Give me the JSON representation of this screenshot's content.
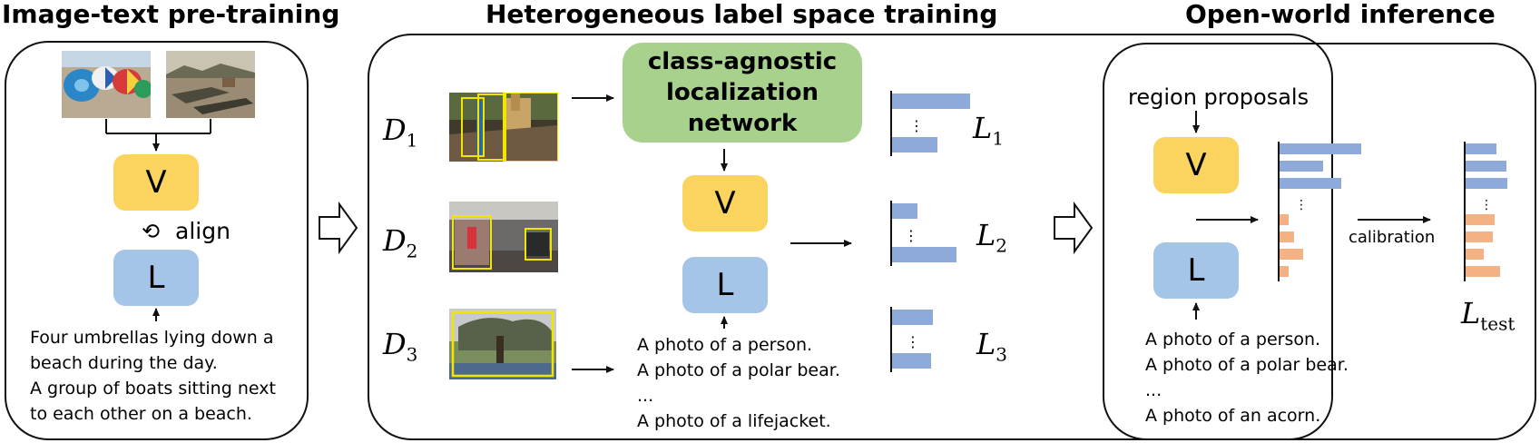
{
  "sections": {
    "pretraining": {
      "title": "Image-text pre-training",
      "v_label": "V",
      "l_label": "L",
      "align_label": "align",
      "caption_lines": [
        "Four umbrellas lying down a",
        "beach during the day.",
        "A group of boats sitting next",
        "to each other on a beach."
      ]
    },
    "heterogeneous": {
      "title": "Heterogeneous label space training",
      "localization_lines": [
        "class-agnostic",
        "localization",
        "network"
      ],
      "v_label": "V",
      "l_label": "L",
      "datasets": [
        {
          "name": "D",
          "sub": "1",
          "loss": "L",
          "loss_sub": "1"
        },
        {
          "name": "D",
          "sub": "2",
          "loss": "L",
          "loss_sub": "2"
        },
        {
          "name": "D",
          "sub": "3",
          "loss": "L",
          "loss_sub": "3"
        }
      ],
      "prompts": [
        "A photo of a person.",
        "A photo of a polar bear.",
        "...",
        "A photo of a lifejacket."
      ]
    },
    "openworld": {
      "title": "Open-world inference",
      "region_label": "region proposals",
      "v_label": "V",
      "l_label": "L",
      "calibration_label": "calibration",
      "test_loss": "L",
      "test_loss_sub": "test",
      "prompts": [
        "A photo of a person.",
        "A photo of a polar bear.",
        "...",
        "A photo of an acorn."
      ]
    }
  },
  "colors": {
    "v_box": "#fbd45f",
    "l_box": "#a4c5e7",
    "localization": "#a8d18d",
    "bar_blue": "#8eaadb",
    "bar_orange": "#f4b183",
    "detection_box": "#f2e600"
  }
}
